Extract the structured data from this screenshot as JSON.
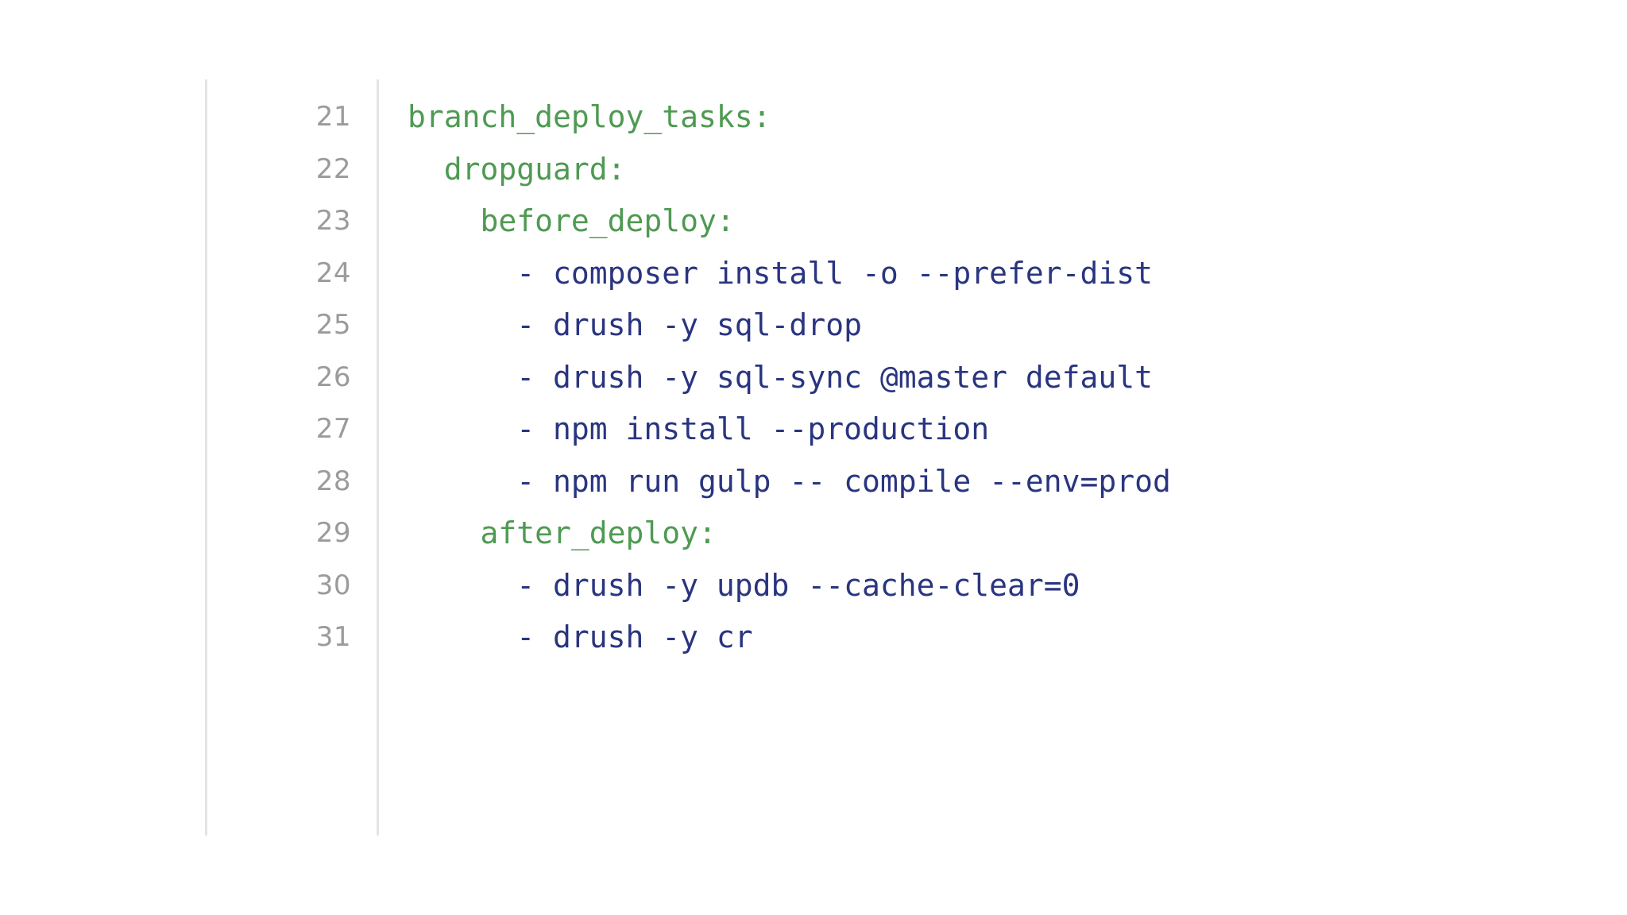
{
  "viewer": {
    "language": "yaml",
    "gutter_label": "line-numbers",
    "colors": {
      "background": "#ffffff",
      "key": "#4f9a52",
      "command": "#2a3580",
      "line_number": "#9b9b9b",
      "rule": "#e4e4e4"
    }
  },
  "code": {
    "first_line_number": 21,
    "last_line_number": 31,
    "lines": [
      {
        "number": "21",
        "text": "branch_deploy_tasks:",
        "kind": "key"
      },
      {
        "number": "22",
        "text": "  dropguard:",
        "kind": "key"
      },
      {
        "number": "23",
        "text": "    before_deploy:",
        "kind": "key"
      },
      {
        "number": "24",
        "text": "      - composer install -o --prefer-dist",
        "kind": "command"
      },
      {
        "number": "25",
        "text": "      - drush -y sql-drop",
        "kind": "command"
      },
      {
        "number": "26",
        "text": "      - drush -y sql-sync @master default",
        "kind": "command"
      },
      {
        "number": "27",
        "text": "      - npm install --production",
        "kind": "command"
      },
      {
        "number": "28",
        "text": "      - npm run gulp -- compile --env=prod",
        "kind": "command"
      },
      {
        "number": "29",
        "text": "    after_deploy:",
        "kind": "key"
      },
      {
        "number": "30",
        "text": "      - drush -y updb --cache-clear=0",
        "kind": "command"
      },
      {
        "number": "31",
        "text": "      - drush -y cr",
        "kind": "command"
      }
    ]
  }
}
